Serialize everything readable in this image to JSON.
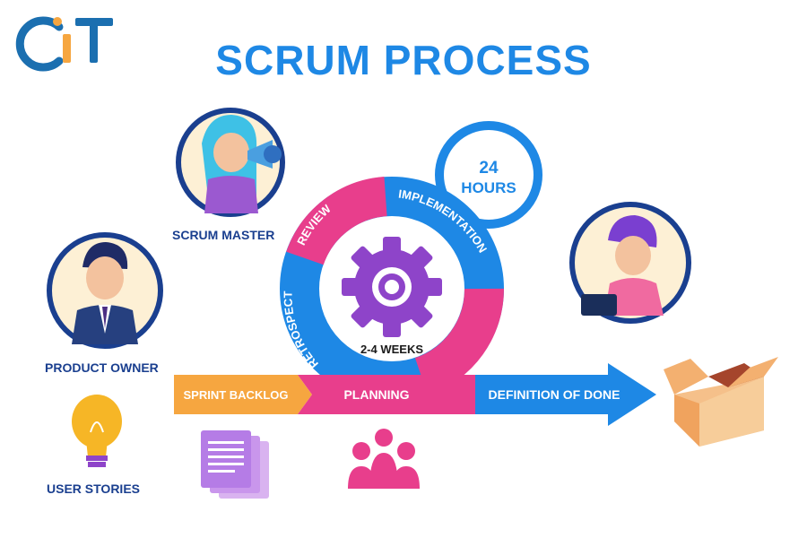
{
  "brand": {
    "logo_text": "CIT"
  },
  "title": "SCRUM PROCESS",
  "roles": {
    "scrum_master": "SCRUM MASTER",
    "product_owner": "PRODUCT OWNER",
    "user_stories": "USER STORIES"
  },
  "cycle": {
    "review": "REVIEW",
    "implementation": "IMPLEMENTATION",
    "retrospect": "RETROSPECT",
    "duration": "2-4 WEEKS",
    "daily_top": "24",
    "daily_bottom": "HOURS"
  },
  "flow": {
    "sprint_backlog": "SPRINT BACKLOG",
    "planning": "PLANNING",
    "definition_of_done": "DEFINITION OF DONE"
  },
  "colors": {
    "blue": "#1e88e5",
    "navy": "#1a3f8f",
    "pink": "#e83e8c",
    "orange": "#f6a640",
    "purple": "#8e44c9"
  }
}
